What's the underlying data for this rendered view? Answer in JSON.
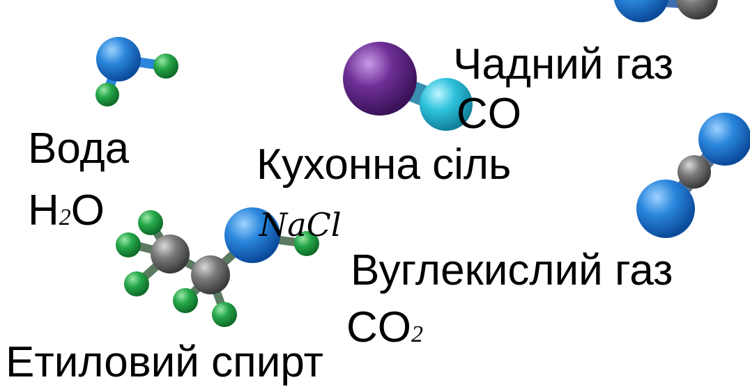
{
  "colors": {
    "blue": "#1f77d0",
    "green": "#21a040",
    "purple": "#6a2a8e",
    "cyan": "#2cc0d8",
    "gray": "#707070"
  },
  "labels": {
    "water_name": "Вода",
    "water_formula_main": "H",
    "water_formula_sub": "2",
    "water_formula_end": "O",
    "co_name": "Чадний газ",
    "co_formula": "CO",
    "nacl_name": "Кухонна сіль",
    "nacl_formula": "NaCl",
    "co2_name": "Вуглекислий газ",
    "co2_formula_main": "CO",
    "co2_formula_sub": "2",
    "ethanol_name": "Етиловий спирт"
  }
}
